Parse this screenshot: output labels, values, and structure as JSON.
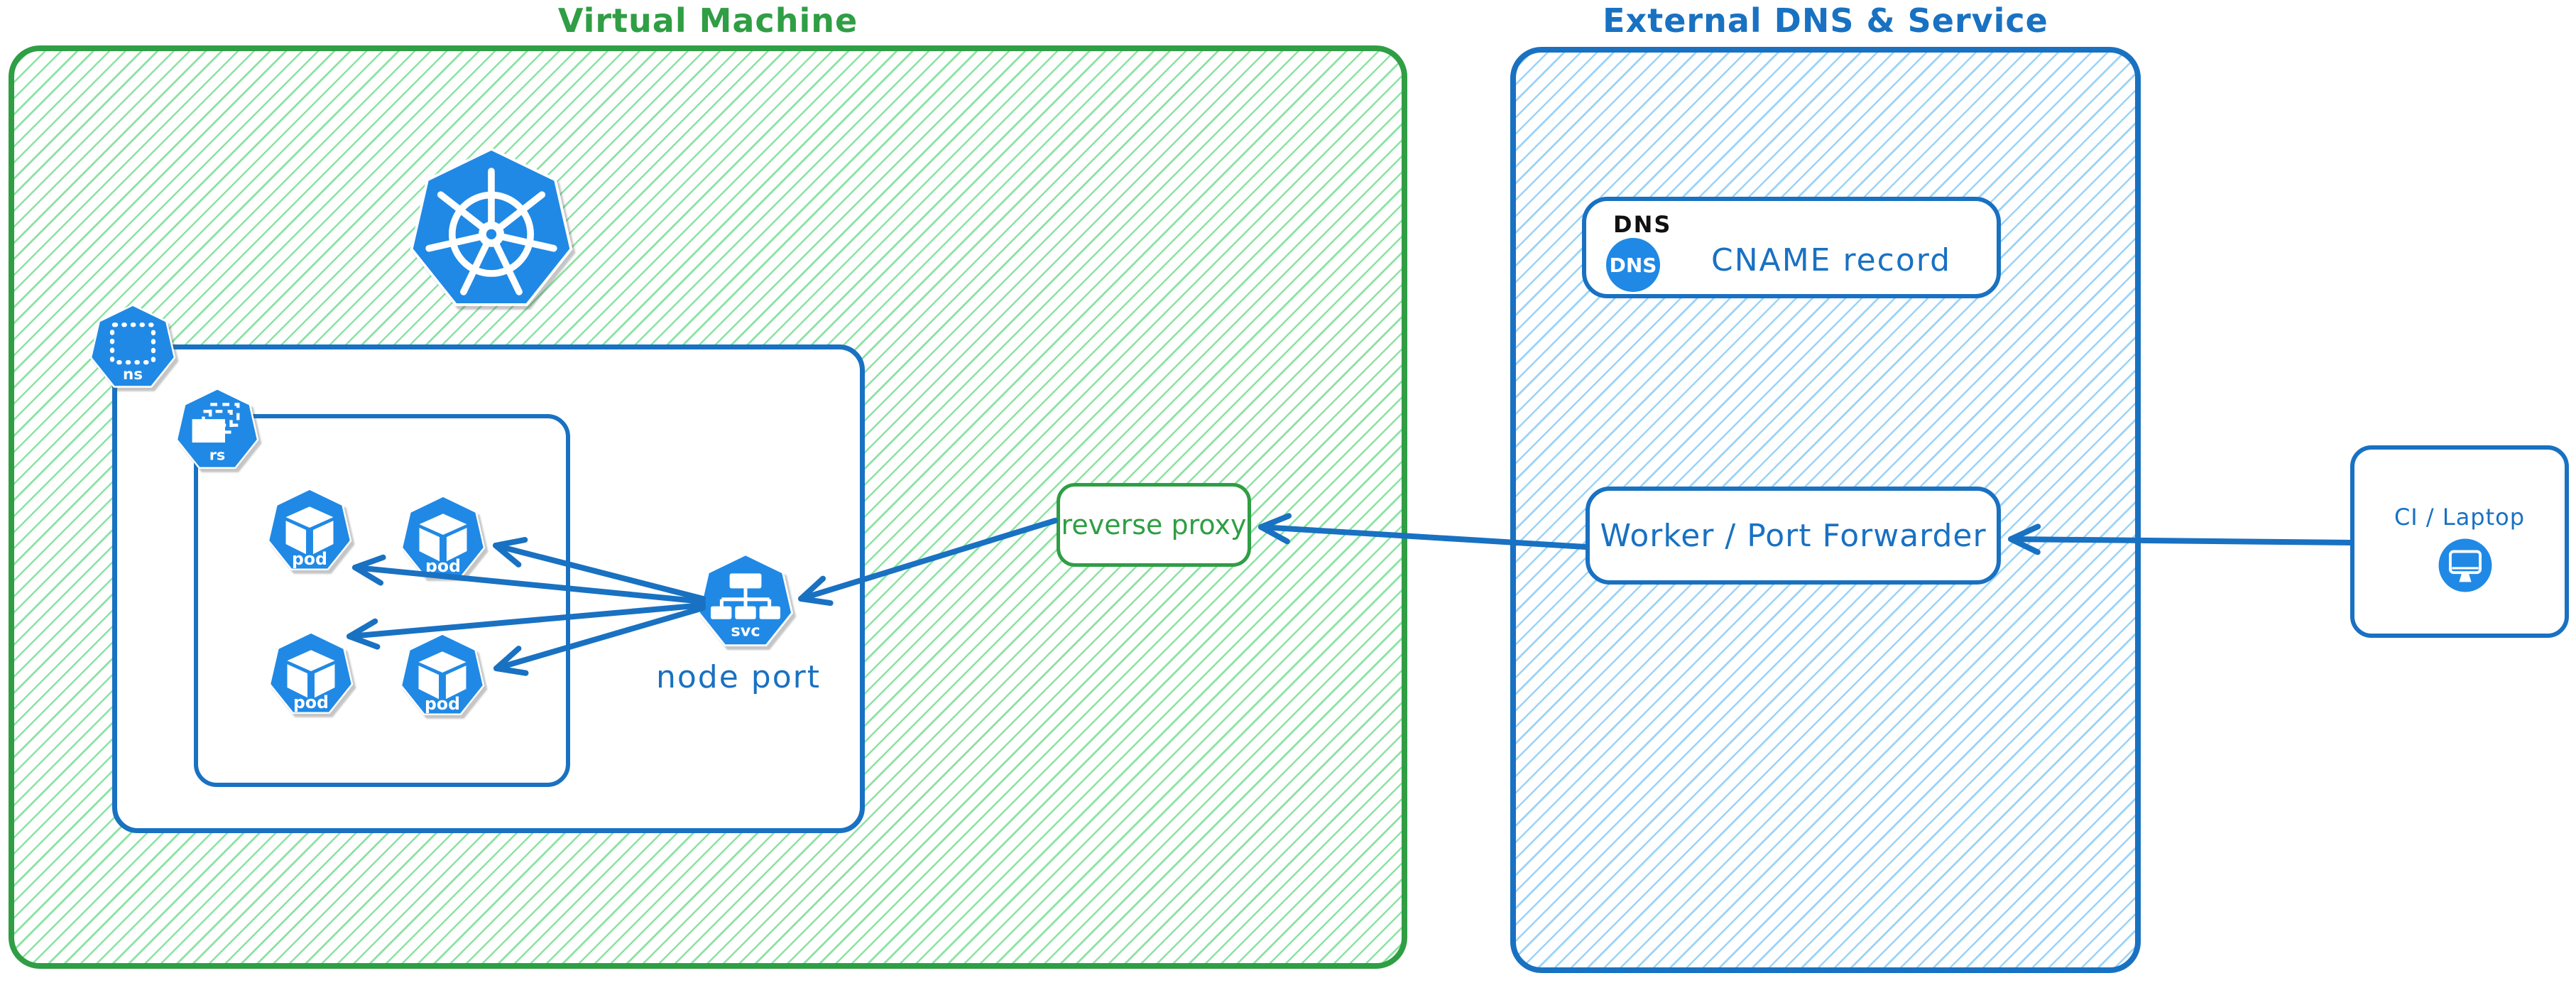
{
  "colors": {
    "green": "#2f9e44",
    "green-hatch": "#8ce3a2",
    "blue": "#1971c2",
    "blue-hatch": "#9bd3f8",
    "icon-blue": "#2089e5",
    "ink": "#111111"
  },
  "vm": {
    "title": "Virtual Machine",
    "icons": {
      "kubernetes": "kubernetes-logo",
      "ns": "ns",
      "rs": "rs",
      "svc": "svc"
    },
    "pods": [
      {
        "label": "pod"
      },
      {
        "label": "pod"
      },
      {
        "label": "pod"
      },
      {
        "label": "pod"
      }
    ],
    "node_port_label": "node port",
    "reverse_proxy_label": "reverse proxy"
  },
  "external": {
    "title": "External DNS & Service",
    "dns_card": {
      "tag": "DNS",
      "badge": "DNS",
      "label": "CNAME record"
    },
    "worker_card": {
      "label": "Worker / Port Forwarder"
    }
  },
  "client": {
    "label": "CI / Laptop"
  }
}
